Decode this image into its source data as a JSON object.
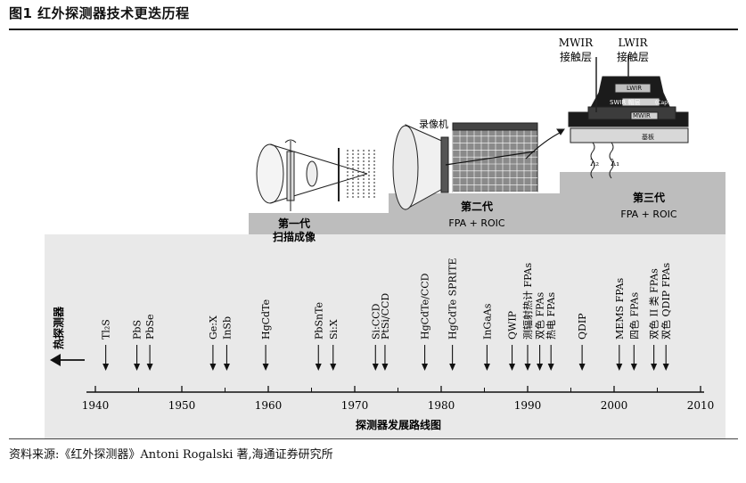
{
  "figure": {
    "title": "图1  红外探测器技术更迭历程",
    "source": "资料来源:《红外探测器》Antoni Rogalski 著,海通证券研究所"
  },
  "generations": [
    {
      "name": "第一代",
      "sub": "扫描成像"
    },
    {
      "name": "第二代",
      "sub": "FPA + ROIC"
    },
    {
      "name": "第三代",
      "sub": "FPA + ROIC"
    }
  ],
  "illustration": {
    "recorder": "录像机",
    "mwir_contact": [
      "MWIR",
      "接触层"
    ],
    "lwir_contact": [
      "LWIR",
      "接触层"
    ],
    "layers": {
      "lwir": "LWIR",
      "swir": "SWIR 帽层",
      "cap": "(Cap layer)",
      "mwir": "MWIR",
      "substrate": "基板"
    },
    "wavelengths": [
      "λ₂",
      "λ₁"
    ]
  },
  "timeline": {
    "left_label": "热探测器",
    "axis_title": "探测器发展路线图",
    "ticks": [
      "1940",
      "1950",
      "1960",
      "1970",
      "1980",
      "1990",
      "2000",
      "2010"
    ],
    "min": 1940,
    "max": 2010,
    "events": [
      {
        "label": "Tl₂S",
        "year": 1941.2
      },
      {
        "label": "PbS",
        "year": 1944.8
      },
      {
        "label": "PbSe",
        "year": 1946.3
      },
      {
        "label": "Ge:X",
        "year": 1953.6
      },
      {
        "label": "InSb",
        "year": 1955.2
      },
      {
        "label": "HgCdTe",
        "year": 1959.7
      },
      {
        "label": "PbSnTe",
        "year": 1965.8
      },
      {
        "label": "Si:X",
        "year": 1967.5
      },
      {
        "label": "Si:CCD",
        "year": 1972.4
      },
      {
        "label": "PtSi/CCD",
        "year": 1973.5
      },
      {
        "label": "HgCdTe/CCD",
        "year": 1978.1
      },
      {
        "label": "HgCdTe SPRITE",
        "year": 1981.3
      },
      {
        "label": "InGaAs",
        "year": 1985.3
      },
      {
        "label": "QWIP",
        "year": 1988.2
      },
      {
        "label": "测辐射热计 FPAs",
        "year": 1990.0
      },
      {
        "label": "双色 FPAs",
        "year": 1991.4
      },
      {
        "label": "热电 FPAs",
        "year": 1992.7
      },
      {
        "label": "QDIP",
        "year": 1996.3
      },
      {
        "label": "MEMS FPAs",
        "year": 2000.6
      },
      {
        "label": "四色 FPAs",
        "year": 2002.3
      },
      {
        "label": "双色 II 类 FPAs",
        "year": 2004.6
      },
      {
        "label": "双色 QDIP FPAs",
        "year": 2006.0
      }
    ]
  }
}
